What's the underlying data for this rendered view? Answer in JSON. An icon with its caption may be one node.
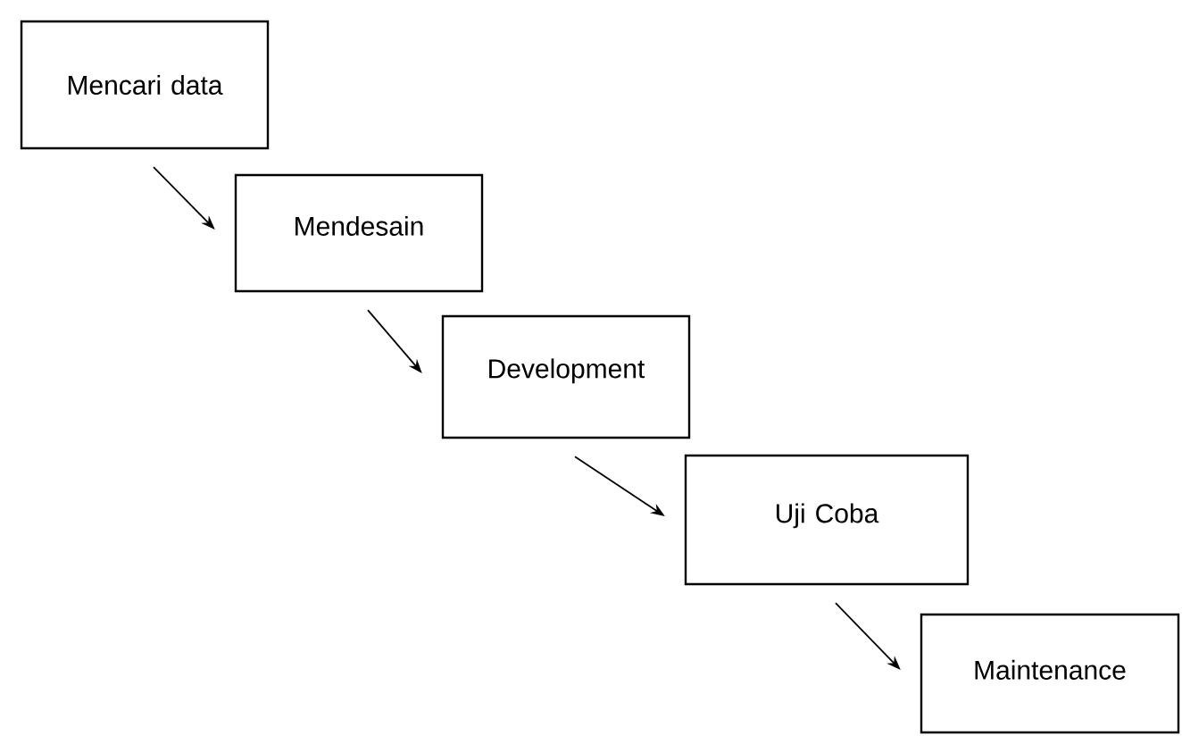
{
  "diagram": {
    "nodes": [
      {
        "text": [
          "Mencari data"
        ]
      },
      {
        "text": [
          "Mendesain"
        ]
      },
      {
        "text": [
          "Development"
        ]
      },
      {
        "text": [
          "Uji Coba"
        ]
      },
      {
        "text": [
          "Maintenance"
        ]
      }
    ],
    "edges": [
      {
        "from": 0,
        "to": 1,
        "arrow": "to"
      },
      {
        "from": 1,
        "to": 2,
        "arrow": "to"
      },
      {
        "from": 2,
        "to": 3,
        "arrow": "to"
      },
      {
        "from": 3,
        "to": 4,
        "arrow": "to"
      }
    ]
  }
}
